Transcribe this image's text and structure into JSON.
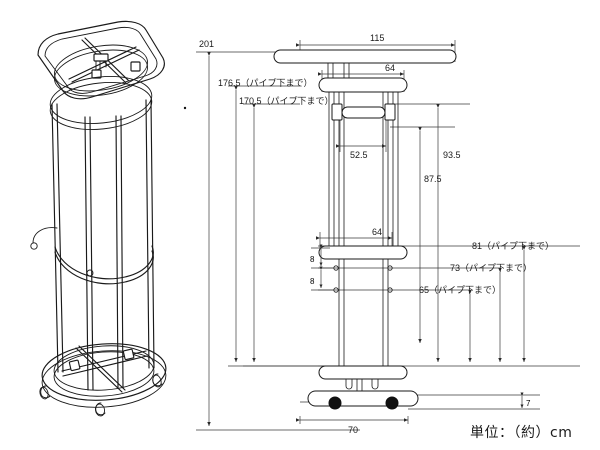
{
  "document": {
    "type": "technical-dimension-drawing",
    "background_color": "#ffffff",
    "line_color": "#1a1a1a",
    "unit_note": "単位：（約）cm"
  },
  "illustration": {
    "name": "perspective-view",
    "caption": ""
  },
  "dimensions": {
    "overall_height": {
      "value": "201",
      "note": ""
    },
    "top_pipe_a": {
      "value": "176.5",
      "note": "（パイプ下まで）",
      "full": "176.5（パイプ下まで）"
    },
    "top_pipe_b": {
      "value": "170.5",
      "note": "（パイプ下まで）",
      "full": "170.5（パイプ下まで）"
    },
    "top_width": {
      "value": "115"
    },
    "upper_bar_width": {
      "value": "64"
    },
    "cross_bar_width": {
      "value": "52.5"
    },
    "right_upper_a": {
      "value": "93.5"
    },
    "right_upper_b": {
      "value": "87.5"
    },
    "shelf_width": {
      "value": "64"
    },
    "hole_gap_1": {
      "value": "8"
    },
    "hole_gap_2": {
      "value": "8"
    },
    "mid_pipe_81": {
      "value": "81",
      "note": "（パイプ下まで）",
      "full": "81（パイプ下まで）"
    },
    "mid_pipe_73": {
      "value": "73",
      "note": "（パイプ下まで）",
      "full": "73（パイプ下まで）"
    },
    "mid_pipe_65": {
      "value": "65",
      "note": "（パイプ下まで）",
      "full": "65（パイプ下まで）"
    },
    "base_width": {
      "value": "70"
    },
    "caster_height": {
      "value": "7"
    }
  },
  "chart_data": {
    "type": "table",
    "title": "寸法図 (Dimension drawing)",
    "categories": [
      "201",
      "176.5（パイプ下まで）",
      "170.5（パイプ下まで）",
      "115",
      "64",
      "52.5",
      "93.5",
      "87.5",
      "64",
      "8",
      "8",
      "81（パイプ下まで）",
      "73（パイプ下まで）",
      "65（パイプ下まで）",
      "70",
      "7"
    ],
    "values": [
      201,
      176.5,
      170.5,
      115,
      64,
      52.5,
      93.5,
      87.5,
      64,
      8,
      8,
      81,
      73,
      65,
      70,
      7
    ],
    "xlabel": "",
    "ylabel": "cm",
    "annotations": [
      "単位：（約）cm"
    ]
  }
}
